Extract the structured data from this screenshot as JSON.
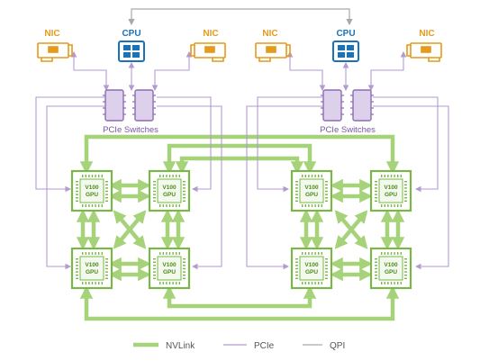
{
  "labels": {
    "nic": "NIC",
    "cpu": "CPU",
    "pcie_switches": "PCIe Switches",
    "gpu_line1": "V100",
    "gpu_line2": "GPU"
  },
  "legend": [
    {
      "key": "nvlink",
      "label": "NVLink"
    },
    {
      "key": "pcie",
      "label": "PCIe"
    },
    {
      "key": "qpi",
      "label": "QPI"
    }
  ],
  "colors": {
    "nvlink": "#a6d279",
    "pcie": "#b39ad1",
    "qpi": "#a9a9a9",
    "cpu": "#1a73b8",
    "nic": "#e59a1b",
    "switch_fill": "#dcd0ea",
    "switch_stroke": "#8d6bb3",
    "gpu_outline": "#7ab648",
    "gpu_text": "#4b8a1c"
  },
  "icons": {
    "nic": "network-card-icon",
    "cpu": "cpu-chip-icon",
    "switch": "pcie-switch-icon",
    "gpu": "gpu-chip-icon"
  }
}
